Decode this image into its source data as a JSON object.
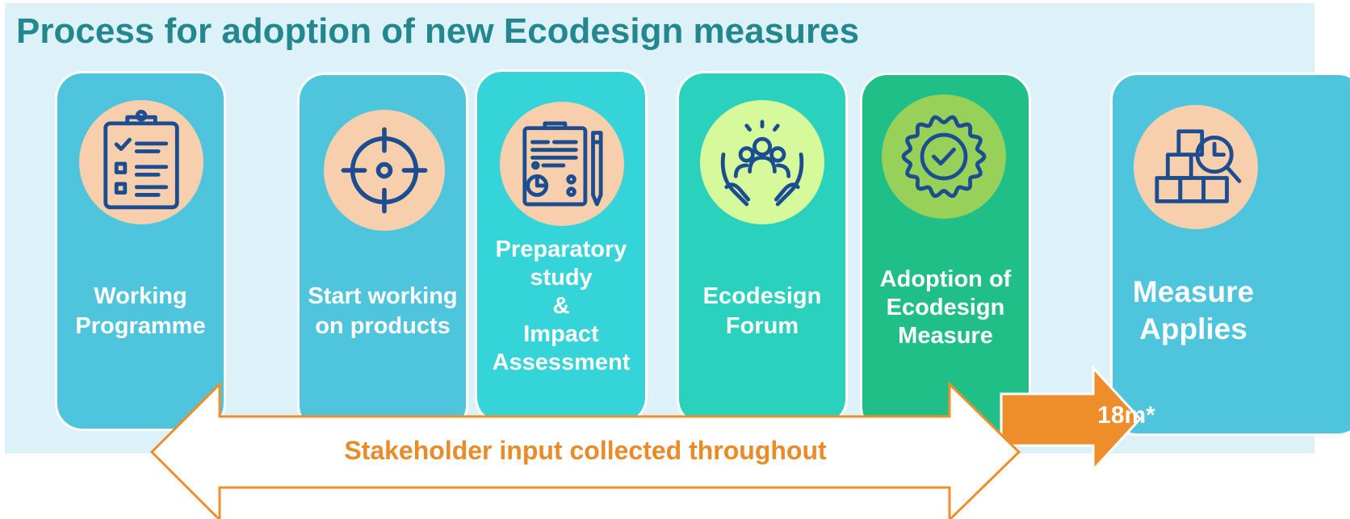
{
  "title": "Process for adoption of new Ecodesign measures",
  "steps": [
    {
      "lines": [
        "Working",
        "Programme"
      ],
      "icon": "clipboard-checklist-icon",
      "card_color": "#4ec5dd",
      "circle_color": "#f7cfac"
    },
    {
      "lines": [
        "Start working",
        "on products"
      ],
      "icon": "crosshair-target-icon",
      "card_color": "#4ec5dd",
      "circle_color": "#f7cfac"
    },
    {
      "lines": [
        "Preparatory",
        "study",
        "&",
        "Impact",
        "Assessment"
      ],
      "icon": "report-document-pen-icon",
      "card_color": "#35d4d9",
      "circle_color": "#f7cfac"
    },
    {
      "lines": [
        "Ecodesign",
        "Forum"
      ],
      "icon": "people-in-hands-icon",
      "card_color": "#2ad1bd",
      "circle_color": "#d6fa9b"
    },
    {
      "lines": [
        "Adoption of",
        "Ecodesign",
        "Measure"
      ],
      "icon": "approval-seal-icon",
      "card_color": "#21bf88",
      "circle_color": "#97d159"
    },
    {
      "lines": [
        "Measure",
        "Applies"
      ],
      "icon": "boxes-inspection-icon",
      "card_color": "#4ec5dd",
      "circle_color": "#f7cfac"
    }
  ],
  "stakeholder_label": "Stakeholder input collected throughout",
  "timing_label": "18m*",
  "colors": {
    "title": "#23878f",
    "orange": "#e98b28",
    "panel": "#ddf2f8"
  }
}
